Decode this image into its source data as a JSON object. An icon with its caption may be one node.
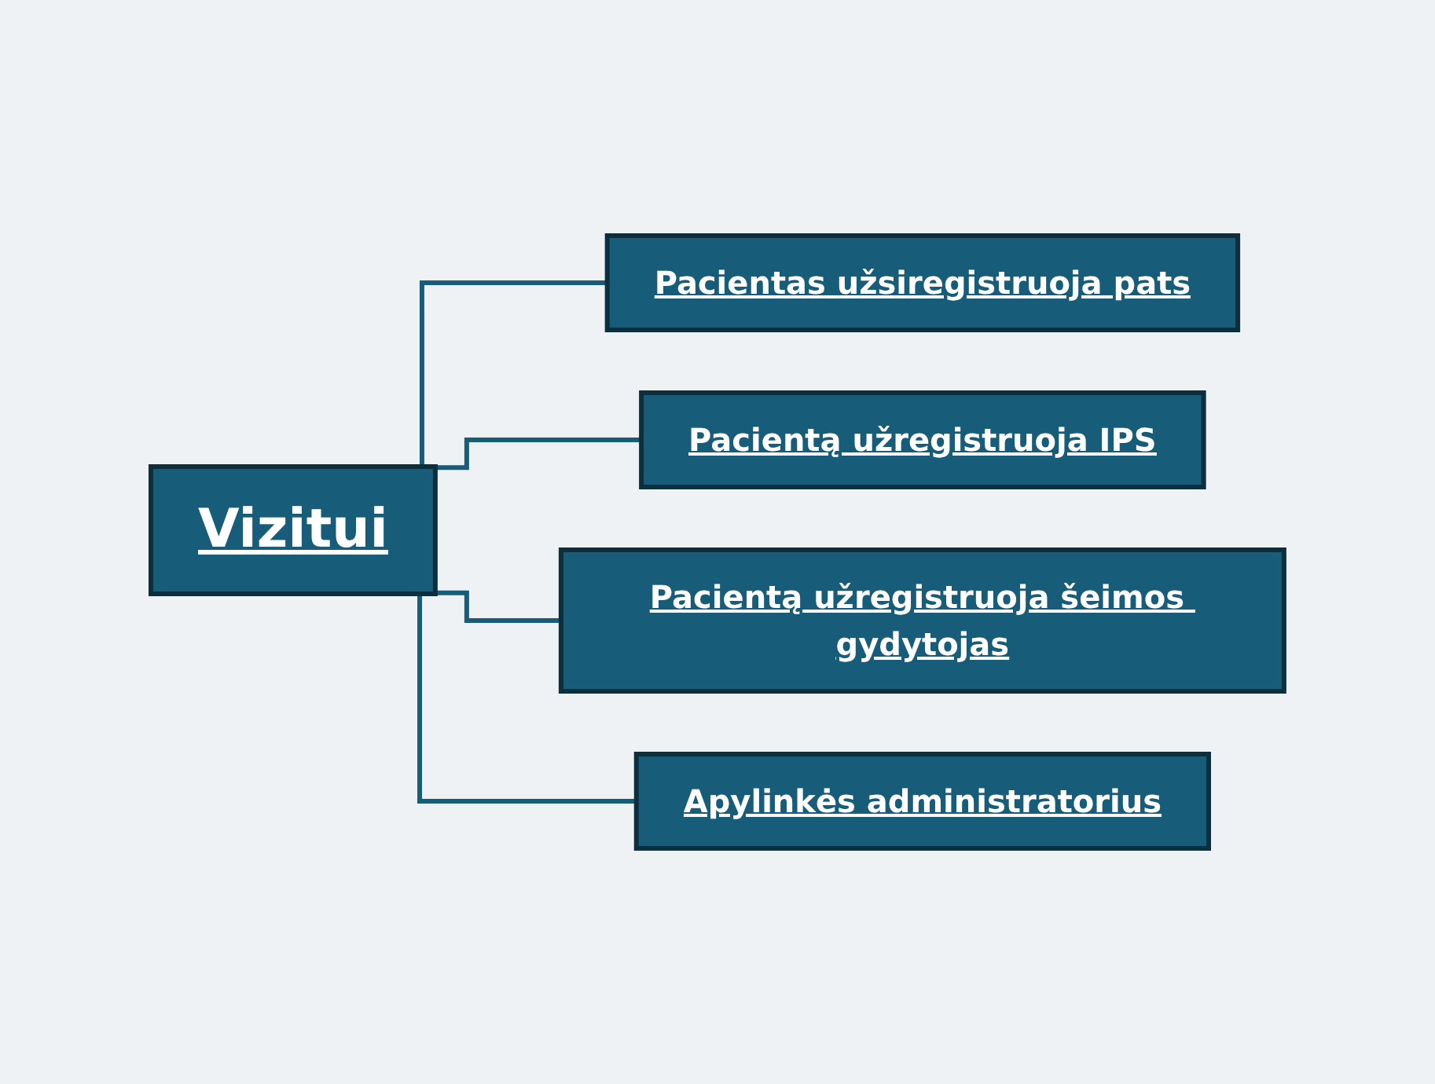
{
  "diagram": {
    "nodes": [
      {
        "text": [
          "Vizitui"
        ]
      },
      {
        "text": [
          "Pacientas užsiregistruoja pats"
        ]
      },
      {
        "text": [
          "Pacientą užregistruoja IPS"
        ]
      },
      {
        "text": [
          "Pacientą užregistruoja šeimos gydytojas"
        ]
      },
      {
        "text": [
          "Apylinkės administratorius"
        ]
      }
    ],
    "edges": [
      {
        "from": 0,
        "to": 1,
        "arrow": "none"
      },
      {
        "from": 0,
        "to": 2,
        "arrow": "none"
      },
      {
        "from": 0,
        "to": 3,
        "arrow": "none"
      },
      {
        "from": 0,
        "to": 4,
        "arrow": "none"
      }
    ]
  }
}
